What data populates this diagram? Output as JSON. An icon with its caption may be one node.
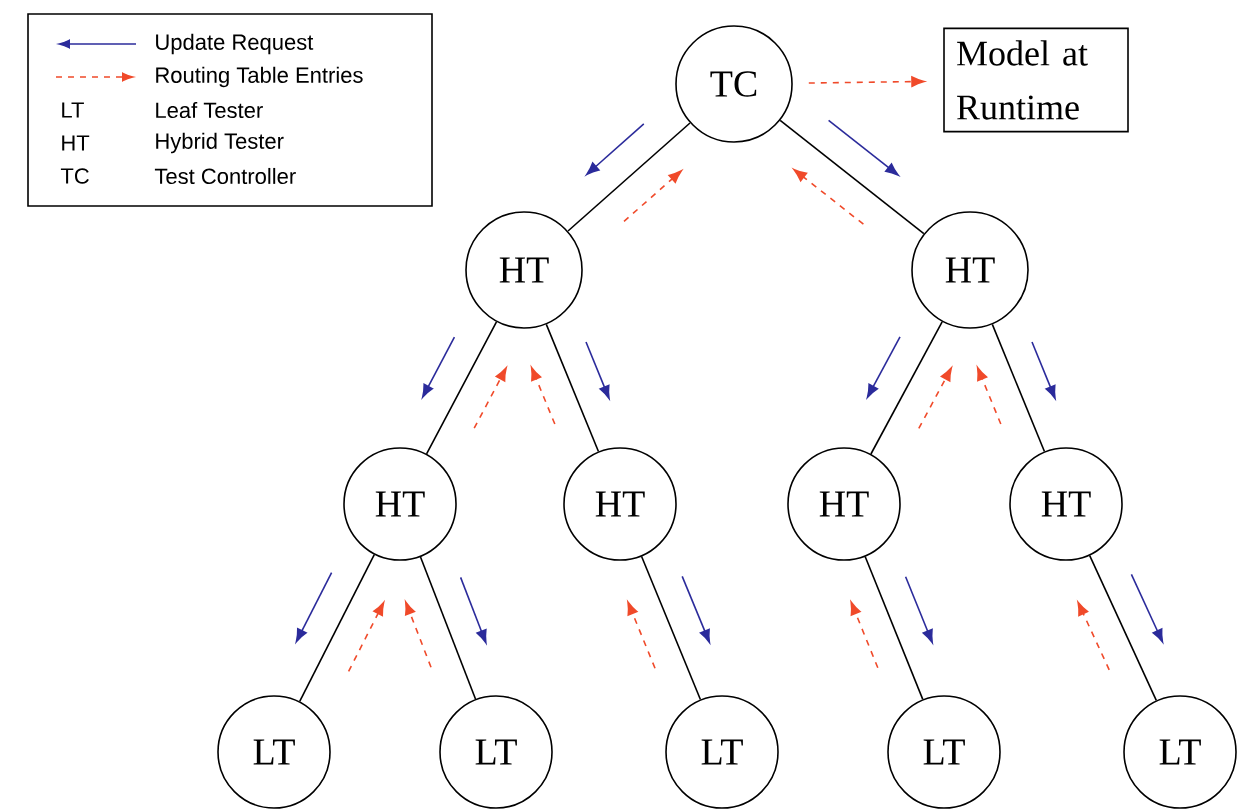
{
  "diagram": {
    "nodes": [
      {
        "text": [
          "TC"
        ]
      },
      {
        "text": [
          "Model at Runtime"
        ]
      },
      {
        "text": [
          "HT"
        ]
      },
      {
        "text": [
          "HT"
        ]
      },
      {
        "text": [
          "HT"
        ]
      },
      {
        "text": [
          "HT"
        ]
      },
      {
        "text": [
          "HT"
        ]
      },
      {
        "text": [
          "HT"
        ]
      },
      {
        "text": [
          "LT"
        ]
      },
      {
        "text": [
          "LT"
        ]
      },
      {
        "text": [
          "LT"
        ]
      },
      {
        "text": [
          "LT"
        ]
      },
      {
        "text": [
          "LT"
        ]
      }
    ],
    "edges": [
      {
        "from": 0,
        "to": 1,
        "arrow": "to",
        "style": "dashed",
        "color": "#f04a2a"
      },
      {
        "from": 0,
        "to": 2,
        "arrow": "none"
      },
      {
        "from": 0,
        "to": 3,
        "arrow": "none"
      },
      {
        "from": 2,
        "to": 4,
        "arrow": "none"
      },
      {
        "from": 2,
        "to": 5,
        "arrow": "none"
      },
      {
        "from": 3,
        "to": 6,
        "arrow": "none"
      },
      {
        "from": 3,
        "to": 7,
        "arrow": "none"
      },
      {
        "from": 4,
        "to": 8,
        "arrow": "none"
      },
      {
        "from": 4,
        "to": 9,
        "arrow": "none"
      },
      {
        "from": 5,
        "to": 10,
        "arrow": "none"
      },
      {
        "from": 6,
        "to": 11,
        "arrow": "none"
      },
      {
        "from": 7,
        "to": 12,
        "arrow": "none"
      }
    ],
    "labels": [
      "LT",
      "Leaf Tester",
      "HT",
      "Hybrid Tester",
      "TC",
      "Test Controller"
    ],
    "legend": [
      {
        "text": "Update Request"
      },
      {
        "text": "Routing Table Entries"
      }
    ]
  }
}
